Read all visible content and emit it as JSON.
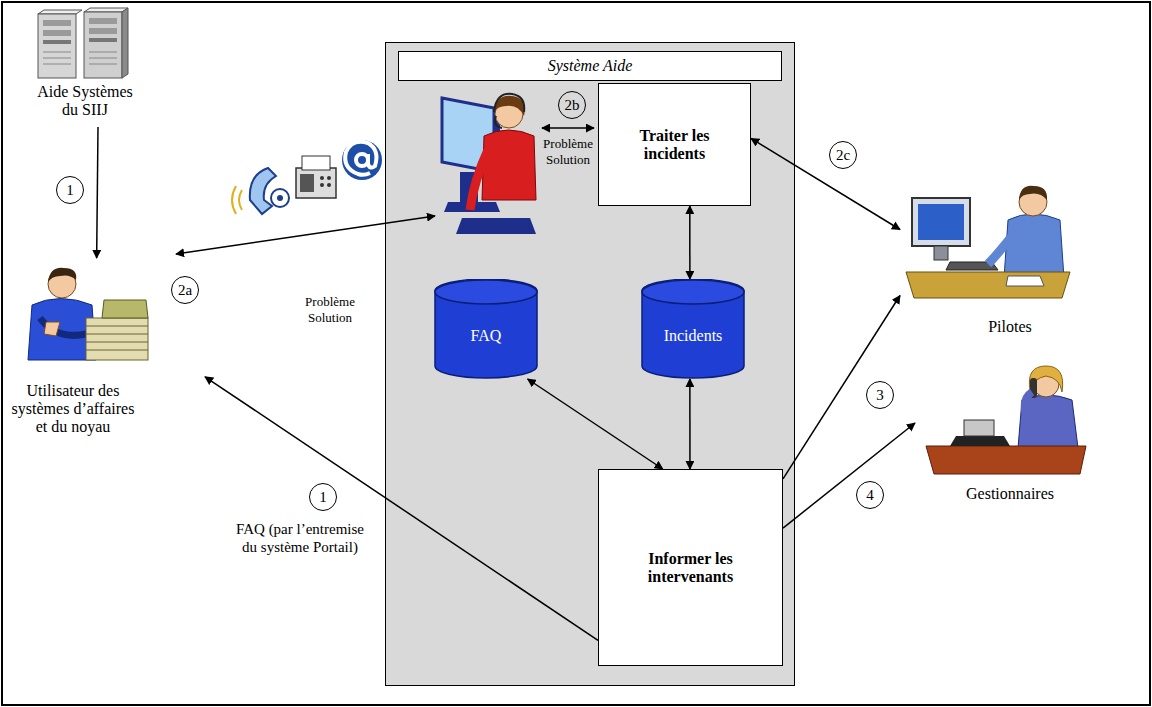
{
  "diagram": {
    "nodes": [
      {
        "text": [
          "Aide Systèmes du SIIJ"
        ]
      },
      {
        "text": [
          "Système Aide"
        ]
      },
      {
        "text": [
          "Traiter les incidents"
        ],
        "in": 1
      },
      {
        "text": [
          "FAQ"
        ],
        "in": 1
      },
      {
        "text": [
          "Incidents"
        ],
        "in": 1
      },
      {
        "text": [
          "Informer les intervenants"
        ],
        "in": 1
      },
      {
        "text": [
          "Utilisateur des systèmes d’affaires et du noyau"
        ]
      },
      {
        "text": [
          "Pilotes"
        ]
      },
      {
        "text": [
          "Gestionnaires"
        ]
      }
    ],
    "edges": [
      {
        "from": 0,
        "to": 6,
        "arrow": "to"
      },
      {
        "from": 2,
        "to": 4,
        "arrow": "both"
      },
      {
        "from": 2,
        "to": 7,
        "arrow": "both"
      },
      {
        "from": 4,
        "to": 5,
        "arrow": "both"
      },
      {
        "from": 3,
        "to": 5,
        "arrow": "both"
      },
      {
        "from": 5,
        "to": 6,
        "label": "FAQ (par l’entremise du système Portail)",
        "arrow": "to"
      },
      {
        "from": 5,
        "to": 7,
        "arrow": "to"
      },
      {
        "from": 5,
        "to": 8,
        "arrow": "to"
      }
    ],
    "labels": [
      "1",
      "2a",
      "Problème Solution",
      "2b",
      "Problème Solution",
      "2c",
      "1",
      "3",
      "4"
    ]
  }
}
